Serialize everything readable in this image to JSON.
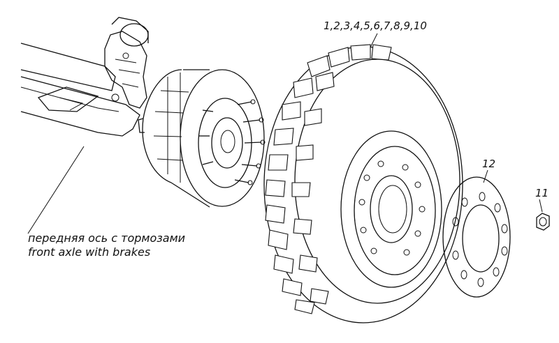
{
  "labels": {
    "wheel_parts": "1,2,3,4,5,6,7,8,9,10",
    "ring": "12",
    "nut": "11",
    "axle_ru": "передняя ось с тормозами",
    "axle_en": "front axle with brakes"
  },
  "components": [
    {
      "name": "front-axle-icon"
    },
    {
      "name": "brake-drum-hub-icon"
    },
    {
      "name": "wheel-tire-icon"
    },
    {
      "name": "clamp-ring-icon"
    },
    {
      "name": "wheel-nut-icon"
    }
  ]
}
